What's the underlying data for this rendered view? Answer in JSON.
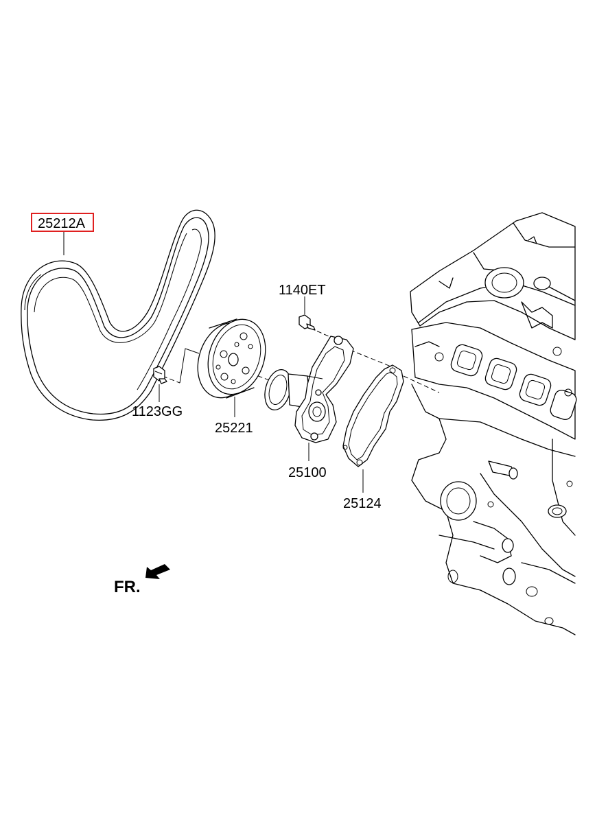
{
  "parts": [
    {
      "id": "belt",
      "number": "25212A",
      "highlighted": true,
      "highlight_color": "#e02020"
    },
    {
      "id": "pulley",
      "number": "25221"
    },
    {
      "id": "pulley-bolt",
      "number": "1123GG"
    },
    {
      "id": "pump-bolt",
      "number": "1140ET"
    },
    {
      "id": "water-pump",
      "number": "25100"
    },
    {
      "id": "gasket",
      "number": "25124"
    }
  ],
  "front_indicator": {
    "label": "FR.",
    "icon": "front-arrow-icon"
  }
}
